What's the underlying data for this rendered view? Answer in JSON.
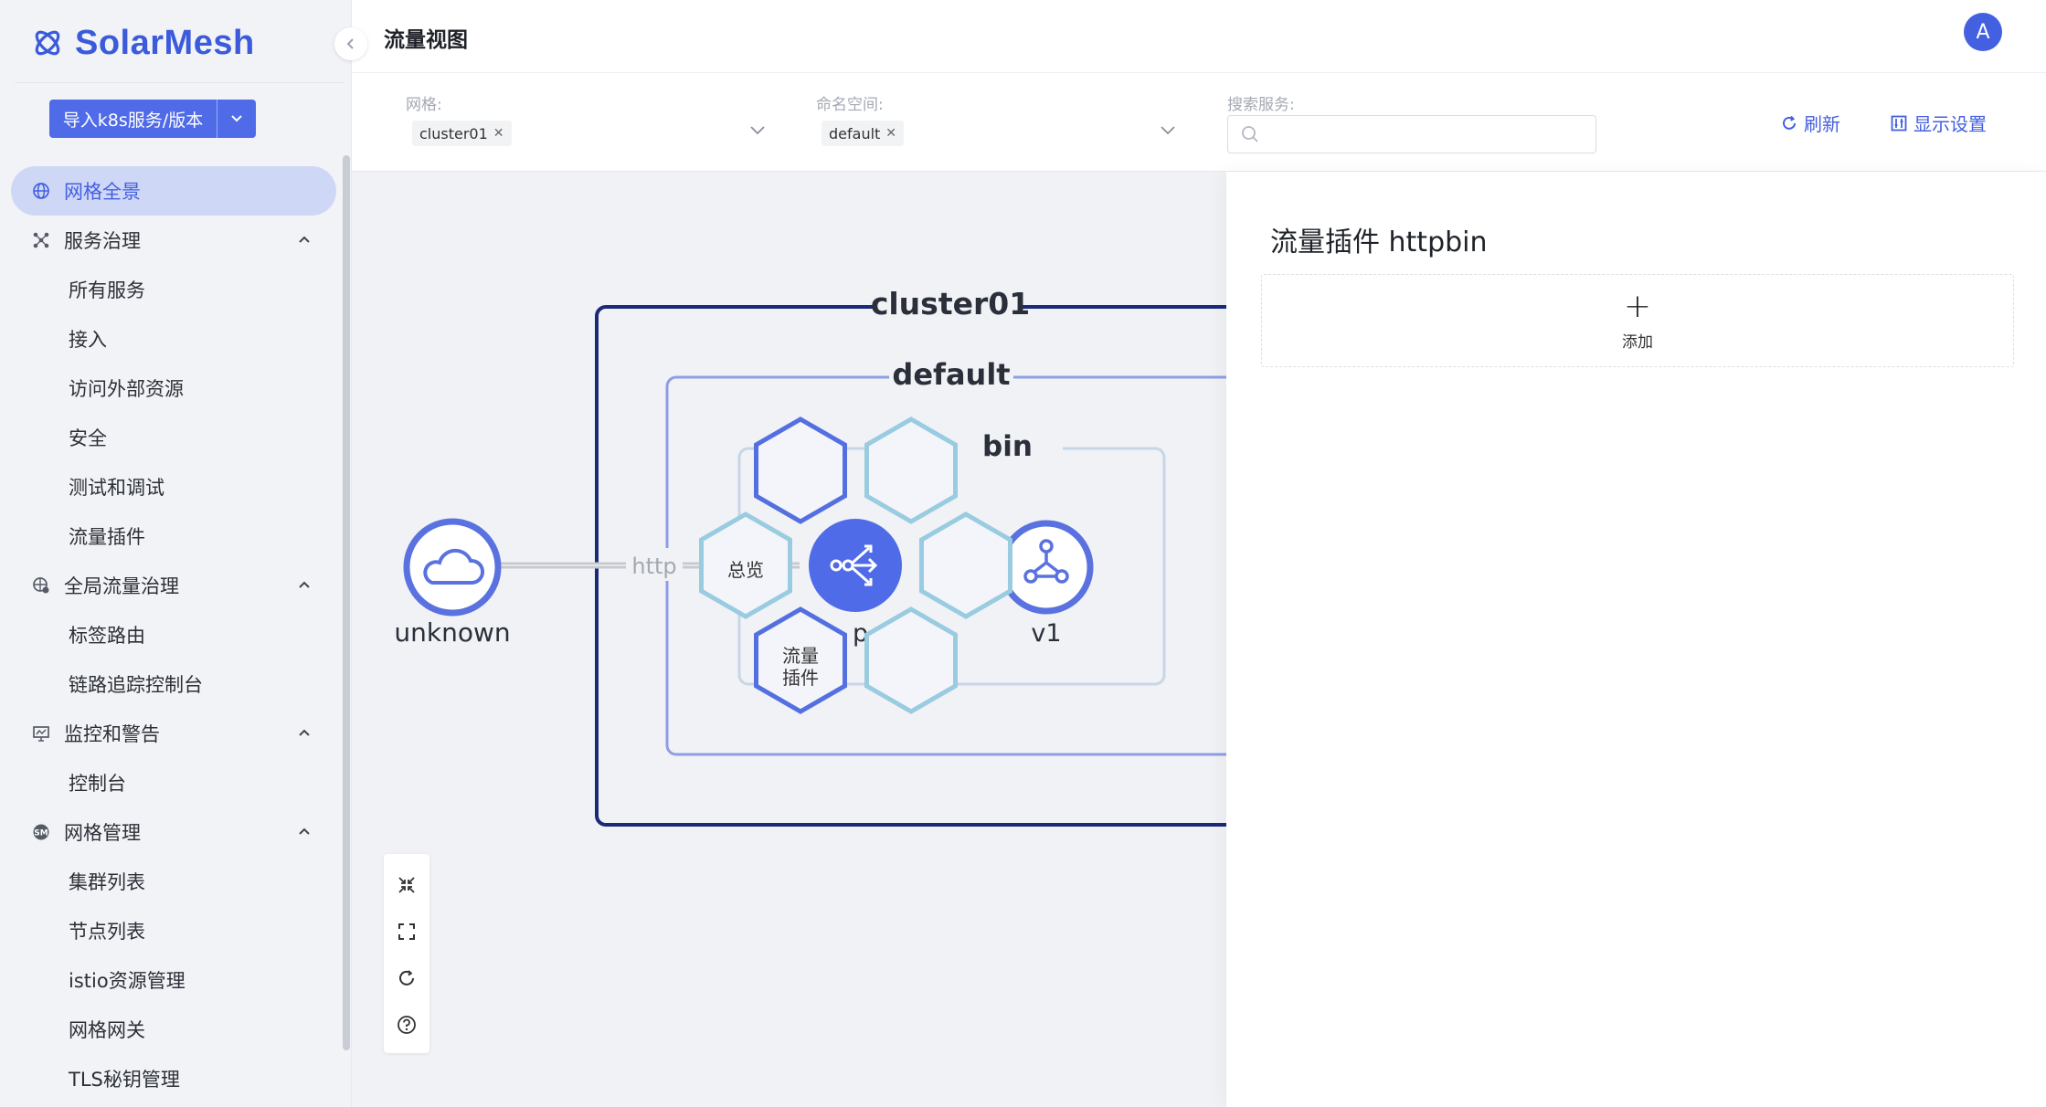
{
  "app": {
    "name": "SolarMesh"
  },
  "sidebar": {
    "import_button": "导入k8s服务/版本",
    "items": [
      {
        "label": "网格全景",
        "type": "group",
        "icon": "globe-icon",
        "active": true,
        "expandable": false
      },
      {
        "label": "服务治理",
        "type": "group",
        "icon": "service-icon",
        "expandable": true
      },
      {
        "label": "所有服务",
        "type": "sub"
      },
      {
        "label": "接入",
        "type": "sub"
      },
      {
        "label": "访问外部资源",
        "type": "sub"
      },
      {
        "label": "安全",
        "type": "sub"
      },
      {
        "label": "测试和调试",
        "type": "sub"
      },
      {
        "label": "流量插件",
        "type": "sub"
      },
      {
        "label": "全局流量治理",
        "type": "group",
        "icon": "global-traffic-icon",
        "expandable": true
      },
      {
        "label": "标签路由",
        "type": "sub"
      },
      {
        "label": "链路追踪控制台",
        "type": "sub"
      },
      {
        "label": "监控和警告",
        "type": "group",
        "icon": "monitor-icon",
        "expandable": true
      },
      {
        "label": "控制台",
        "type": "sub"
      },
      {
        "label": "网格管理",
        "type": "group",
        "icon": "mesh-manage-icon",
        "expandable": true
      },
      {
        "label": "集群列表",
        "type": "sub"
      },
      {
        "label": "节点列表",
        "type": "sub"
      },
      {
        "label": "istio资源管理",
        "type": "sub"
      },
      {
        "label": "网格网关",
        "type": "sub"
      },
      {
        "label": "TLS秘钥管理",
        "type": "sub"
      }
    ]
  },
  "header": {
    "title": "流量视图",
    "avatar": "A"
  },
  "filters": {
    "mesh_label": "网格:",
    "mesh_value": "cluster01",
    "namespace_label": "命名空间:",
    "namespace_value": "default",
    "search_label": "搜索服务:",
    "search_placeholder": "",
    "refresh": "刷新",
    "display_settings": "显示设置"
  },
  "graph": {
    "cluster_label": "cluster01",
    "namespace_label": "default",
    "service_label_partial": "bin",
    "service_node_label_partial": "p",
    "source_node": "unknown",
    "edge_label": "http",
    "version_node": "v1",
    "menu_overview": "总览",
    "menu_traffic_plugin_line1": "流量",
    "menu_traffic_plugin_line2": "插件"
  },
  "drawer": {
    "title": "流量插件 httpbin",
    "add_label": "添加"
  },
  "colors": {
    "primary": "#4360e0",
    "cluster_border": "#1b2a78",
    "namespace_border": "#8e9ee6",
    "hex_light": "#99cce0",
    "hex_dark": "#5470e0"
  }
}
